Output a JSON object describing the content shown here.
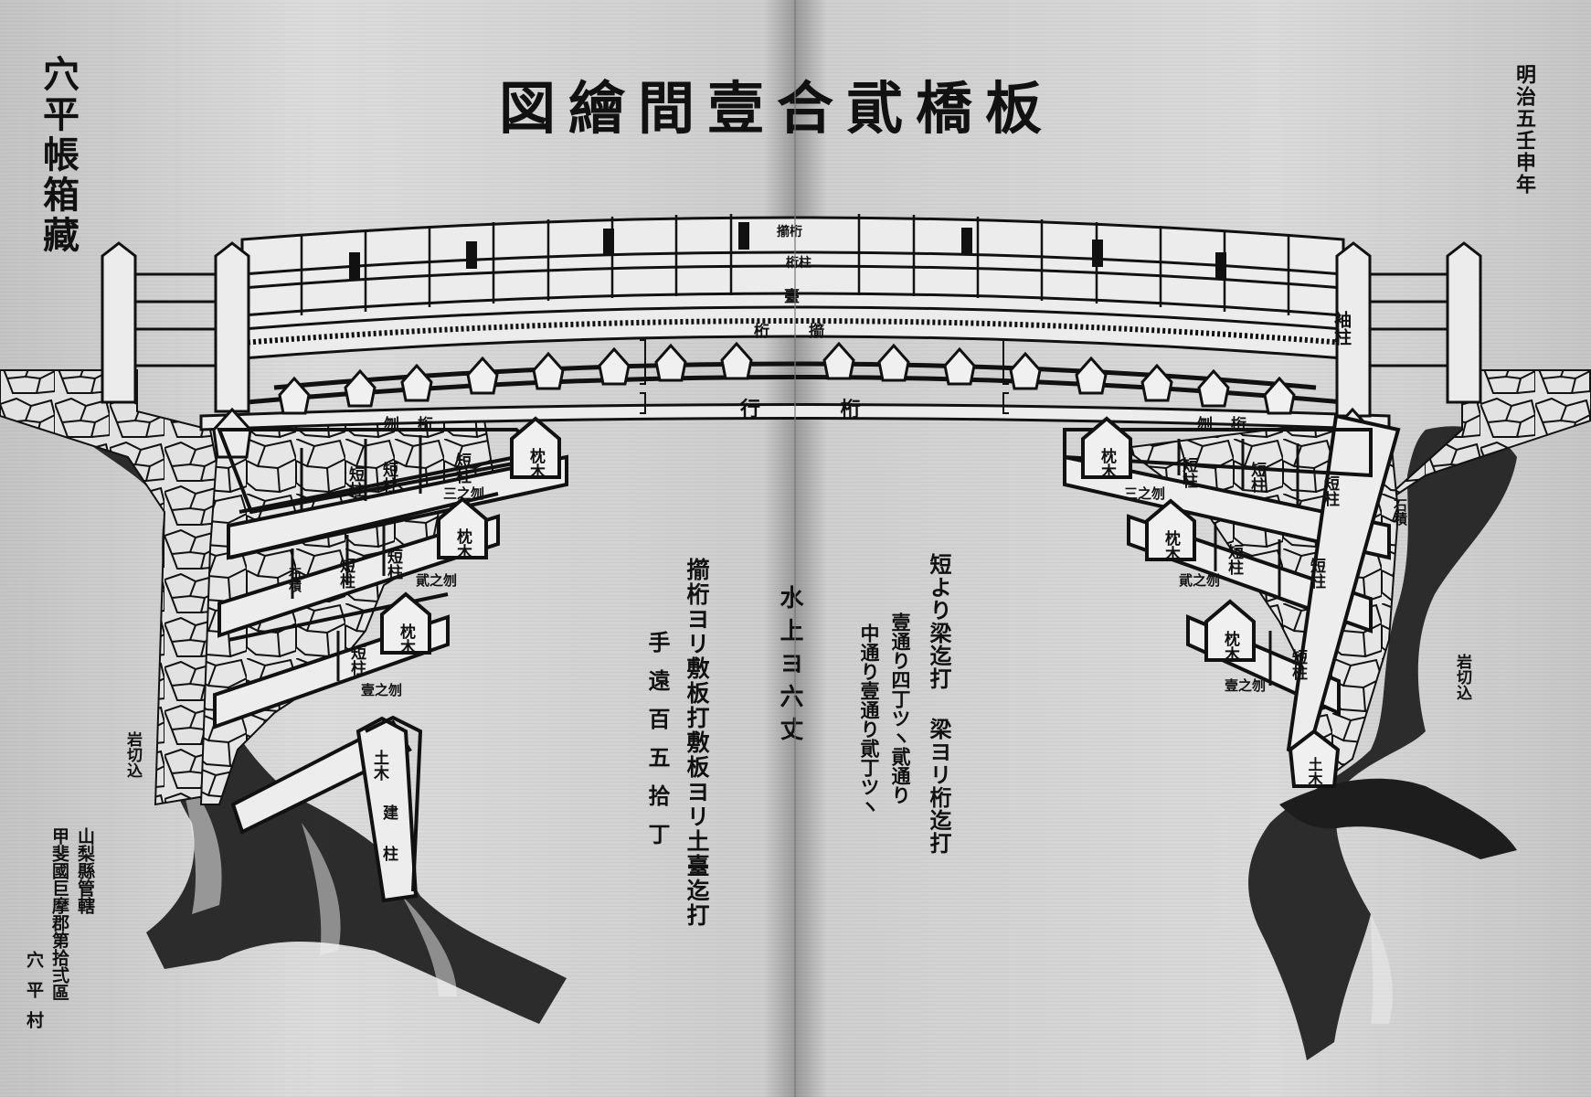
{
  "title": "板橋貮合壹間繪図",
  "left_vertical": "穴平帳箱藏",
  "right_vertical": "明治五壬申年",
  "address": [
    "山梨縣管轄",
    "甲斐國巨摩郡第拾弍區",
    "穴平村"
  ],
  "notes": {
    "col1": "擶桁ヨリ敷板打敷板ヨリ土臺迄打",
    "col2": "手遠百五拾丁",
    "col3": "水上ヨ六丈",
    "col4": "短より梁迄打 梁ヨリ桁迄打",
    "col5": "壹通り四丁ツヽ貮通り",
    "col6": "中通り壹通り貮丁ツヽ"
  },
  "labels": {
    "dai": "臺",
    "keta": "桁",
    "kushi": "擶",
    "kushi_keta": "擶桁",
    "hashira_upper": "桁柱",
    "ikigeta": "行 桁",
    "hanegeta": "刎桁",
    "sode_bashira": "袖柱",
    "tanbashira": "短柱",
    "makuragi": "枕木",
    "hane3": "三之刎",
    "hane2": "貮之刎",
    "hane1": "壹之刎",
    "dodai": "土木",
    "tatebashira": "建柱",
    "ishizumi": "石積",
    "iwakiri": "岩切込"
  },
  "colors": {
    "ink": "#111111",
    "paper": "#d2d2d2",
    "shadow": "#2a2a2a"
  }
}
